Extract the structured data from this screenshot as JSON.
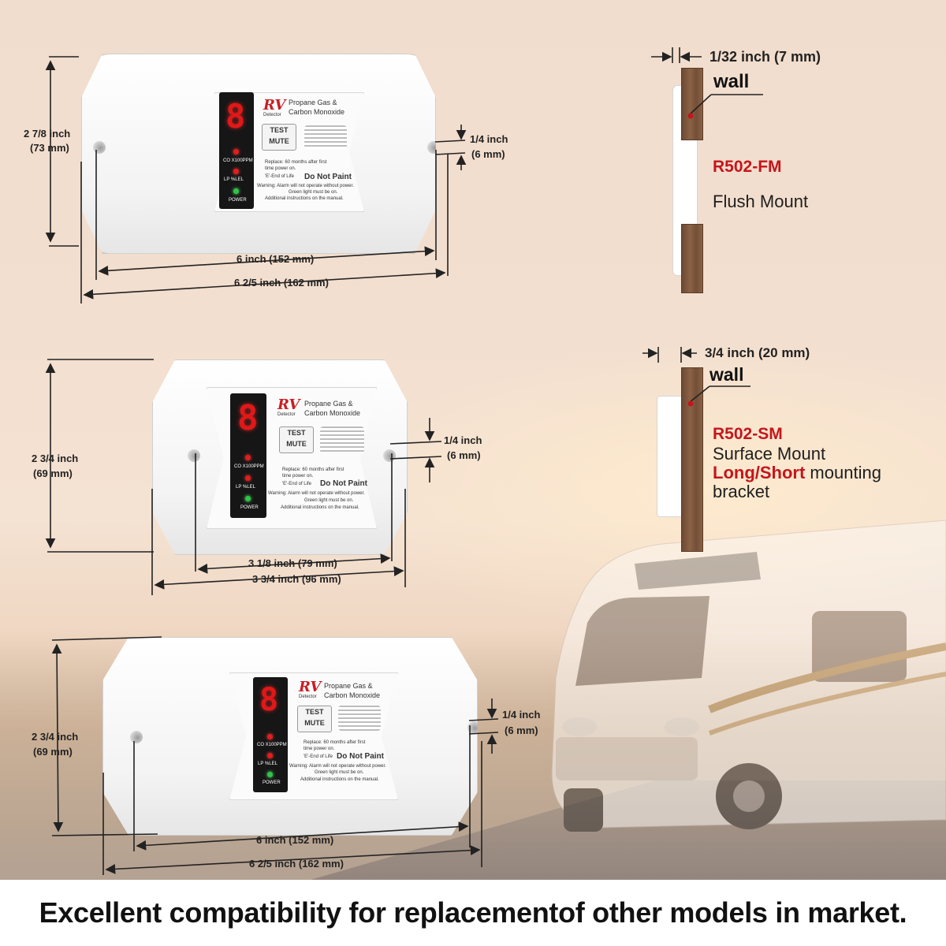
{
  "device_labels": {
    "brand": "RV",
    "brand_sub": "Detector",
    "product_name": "Propane Gas &",
    "product_name_2": "Carbon Monoxide",
    "test_button": "TEST",
    "mute_button": "MUTE",
    "digit": "8",
    "co_label": "CO  X100PPM",
    "lp_label": "LP  %LEL",
    "power_label": "POWER",
    "replace_text": "Replace:  60 months after first",
    "replace_text_2": "time power on.",
    "eol_text": "'E'-End of Life",
    "do_not_paint": "Do Not Paint",
    "warning_text": "Warning:  Alarm will not operate without power.",
    "warning_text_2": "Green light must be on.",
    "additional_text": "Additional instructions on the manual."
  },
  "dimensions": {
    "top": {
      "height": "2 7/8 inch",
      "height_mm": "(73 mm)",
      "hole_offset": "1/4 inch",
      "hole_offset_mm": "(6 mm)",
      "hole_span": "6 inch (152 mm)",
      "width": "6  2/5 inch (162 mm)"
    },
    "middle": {
      "height": "2 3/4 inch",
      "height_mm": "(69 mm)",
      "hole_offset": "1/4 inch",
      "hole_offset_mm": "(6 mm)",
      "hole_span": "3 1/8 inch (79 mm)",
      "width": "3 3/4 inch (96 mm)"
    },
    "bottom": {
      "height": "2 3/4 inch",
      "height_mm": "(69 mm)",
      "hole_offset": "1/4 inch",
      "hole_offset_mm": "(6 mm)",
      "hole_span": "6 inch (152 mm)",
      "width": "6  2/5 inch (162 mm)"
    }
  },
  "mounts": {
    "flush": {
      "depth": "1/32  inch (7 mm)",
      "wall": "wall",
      "model": "R502-FM",
      "type": "Flush Mount"
    },
    "surface": {
      "depth": "3/4 inch (20 mm)",
      "wall": "wall",
      "model": "R502-SM",
      "type": "Surface Mount",
      "bracket_highlight": "Long/Short",
      "bracket_rest": " mounting",
      "bracket_end": "bracket"
    }
  },
  "footer": {
    "headline": "Excellent compatibility for replacementof other models in market."
  },
  "colors": {
    "accent_red": "#c4161c",
    "led_red": "#e01e1e",
    "led_green": "#30c44a",
    "wood": "#7a5239"
  }
}
